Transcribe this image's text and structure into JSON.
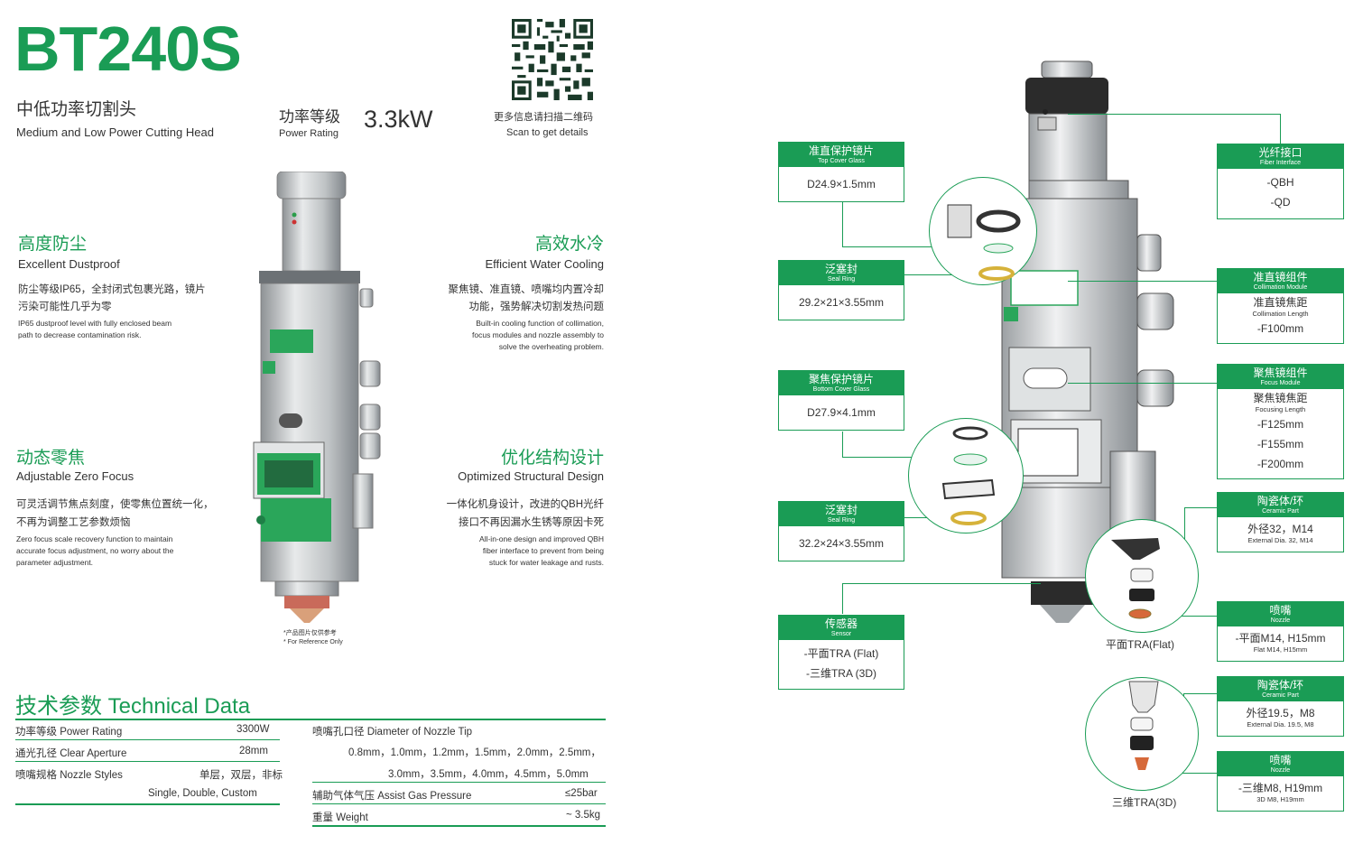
{
  "header": {
    "title": "BT240S",
    "subtitle_cn": "中低功率切割头",
    "subtitle_en": "Medium and Low Power Cutting Head",
    "power_cn": "功率等级",
    "power_en": "Power Rating",
    "power_value": "3.3kW",
    "qr_cn": "更多信息请扫描二维码",
    "qr_en": "Scan to get details"
  },
  "features": [
    {
      "cn_title": "高度防尘",
      "en_title": "Excellent Dustproof",
      "cn_desc_1": "防尘等级IP65，全封闭式包裹光路，镜片",
      "cn_desc_2": "污染可能性几乎为零",
      "en_desc_1": "IP65 dustproof level with fully enclosed beam",
      "en_desc_2": "path to decrease contamination risk."
    },
    {
      "cn_title": "高效水冷",
      "en_title": "Efficient Water Cooling",
      "cn_desc_1": "聚焦镜、准直镜、喷嘴均内置冷却",
      "cn_desc_2": "功能，强势解决切割发热问题",
      "en_desc_1": "Built-in cooling function of collimation,",
      "en_desc_2": "focus modules and nozzle assembly to",
      "en_desc_3": "solve the overheating problem."
    },
    {
      "cn_title": "动态零焦",
      "en_title": "Adjustable Zero Focus",
      "cn_desc_1": "可灵活调节焦点刻度，使零焦位置统一化，",
      "cn_desc_2": "不再为调整工艺参数烦恼",
      "en_desc_1": "Zero focus scale recovery function to maintain",
      "en_desc_2": "accurate focus adjustment, no worry about the",
      "en_desc_3": "parameter adjustment."
    },
    {
      "cn_title": "优化结构设计",
      "en_title": "Optimized Structural Design",
      "cn_desc_1": "一体化机身设计，改进的QBH光纤",
      "cn_desc_2": "接口不再因漏水生锈等原因卡死",
      "en_desc_1": "All-in-one design and improved QBH",
      "en_desc_2": "fiber interface to prevent from being",
      "en_desc_3": "stuck for water leakage and rusts."
    }
  ],
  "product_note": {
    "cn": "*产品图片仅供参考",
    "en": "* For Reference Only"
  },
  "technical": {
    "title": "技术参数 Technical Data",
    "left": [
      {
        "label": "功率等级 Power Rating",
        "value": "3300W"
      },
      {
        "label": "通光孔径 Clear Aperture",
        "value": "28mm"
      },
      {
        "label": "喷嘴规格 Nozzle Styles",
        "value": "单层，双层，非标",
        "value2": "Single, Double, Custom"
      }
    ],
    "right": {
      "nozzle_label": "喷嘴孔口径 Diameter of Nozzle Tip",
      "nozzle_values_1": "0.8mm，1.0mm，1.2mm，1.5mm，2.0mm，2.5mm，",
      "nozzle_values_2": "3.0mm，3.5mm，4.0mm，4.5mm，5.0mm",
      "gas_label": "辅助气体气压 Assist Gas Pressure",
      "gas_value": "≤25bar",
      "weight_label": "重量 Weight",
      "weight_value": "~ 3.5kg"
    }
  },
  "callouts": {
    "top_cover": {
      "cn": "准直保护镜片",
      "en": "Top Cover Glass",
      "value": "D24.9×1.5mm"
    },
    "seal1": {
      "cn": "泛塞封",
      "en": "Seal Ring",
      "value": "29.2×21×3.55mm"
    },
    "bottom_cover": {
      "cn": "聚焦保护镜片",
      "en": "Bottom Cover Glass",
      "value": "D27.9×4.1mm"
    },
    "seal2": {
      "cn": "泛塞封",
      "en": "Seal Ring",
      "value": "32.2×24×3.55mm"
    },
    "sensor": {
      "cn": "传感器",
      "en": "Sensor",
      "v1": "-平面TRA (Flat)",
      "v2": "-三维TRA (3D)"
    },
    "fiber": {
      "cn": "光纤接口",
      "en": "Fiber Interface",
      "v1": "-QBH",
      "v2": "-QD"
    },
    "collimation": {
      "cn": "准直镜组件",
      "en": "Collimation Module",
      "sub_cn": "准直镜焦距",
      "sub_en": "Collimation Length",
      "v1": "-F100mm"
    },
    "focus": {
      "cn": "聚焦镜组件",
      "en": "Focus Module",
      "sub_cn": "聚焦镜焦距",
      "sub_en": "Focusing Length",
      "v1": "-F125mm",
      "v2": "-F155mm",
      "v3": "-F200mm"
    },
    "ceramic1": {
      "cn": "陶瓷体/环",
      "en": "Ceramic Part",
      "v1": "外径32，M14",
      "v1_en": "External Dia. 32, M14"
    },
    "nozzle1": {
      "cn": "喷嘴",
      "en": "Nozzle",
      "v1": "-平面M14, H15mm",
      "v1_en": "Flat M14, H15mm"
    },
    "ceramic2": {
      "cn": "陶瓷体/环",
      "en": "Ceramic Part",
      "v1": "外径19.5，M8",
      "v1_en": "External Dia. 19.5, M8"
    },
    "nozzle2": {
      "cn": "喷嘴",
      "en": "Nozzle",
      "v1": "-三维M8, H19mm",
      "v1_en": "3D M8, H19mm"
    },
    "flat_caption": "平面TRA(Flat)",
    "3d_caption": "三维TRA(3D)"
  },
  "colors": {
    "brand": "#1a9c55"
  }
}
